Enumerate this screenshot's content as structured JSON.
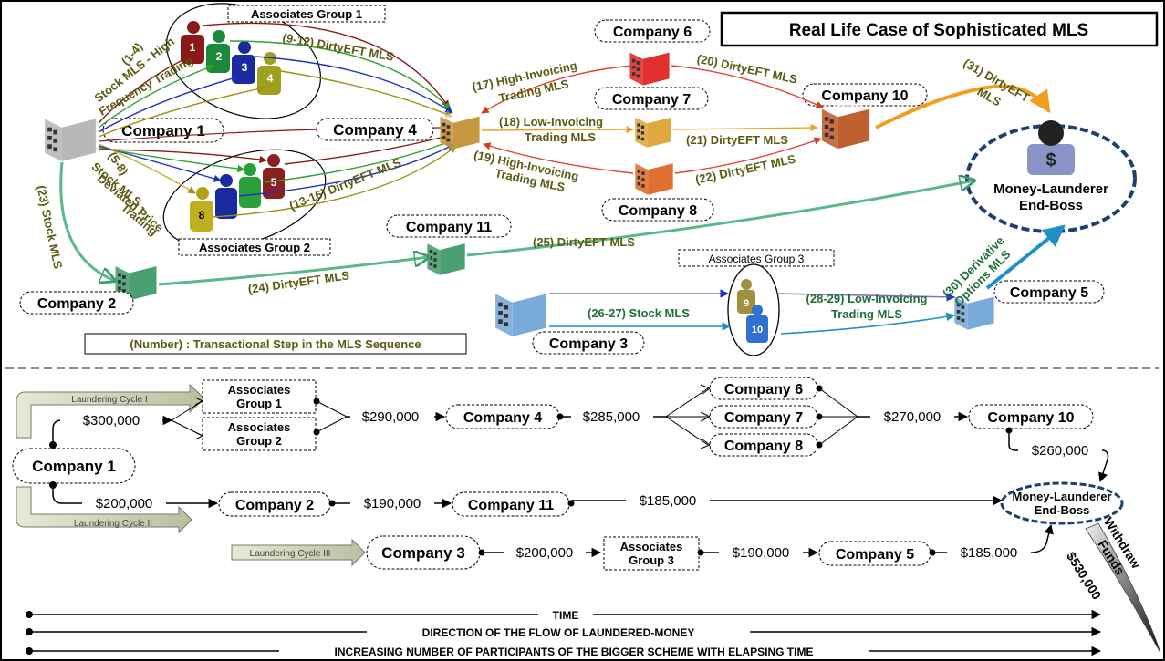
{
  "title": "Real Life Case of Sophisticated MLS",
  "companies": {
    "c1": "Company 1",
    "c2": "Company 2",
    "c3": "Company 3",
    "c4": "Company 4",
    "c5": "Company 5",
    "c6": "Company 6",
    "c7": "Company 7",
    "c8": "Company 8",
    "c10": "Company 10",
    "c11": "Company 11"
  },
  "groups": {
    "g1": "Associates Group 1",
    "g2": "Associates Group 2",
    "g3": "Associates Group 3"
  },
  "boss": {
    "line1": "Money-Launderer",
    "line2": "End-Boss"
  },
  "edges": {
    "e1_4a": "(1-4)",
    "e1_4b": "Stock MLS - High",
    "e1_4c": "Frequency Trading",
    "e9_12": "(9-12) DirtyEFT MLS",
    "e5_8a": "(5-8)",
    "e5_8b": "Stock MLS -",
    "e5_8c": "Deviated Price",
    "e5_8d": "Trading",
    "e13_16": "(13-16) DirtyEFT MLS",
    "e23": "(23) Stock MLS",
    "e24": "(24) DirtyEFT MLS",
    "e25": "(25) DirtyEFT MLS",
    "e17a": "(17) High-Invoicing",
    "e17b": "Trading MLS",
    "e18a": "(18) Low-Invoicing",
    "e18b": "Trading MLS",
    "e19a": "(19) High-Invoicing",
    "e19b": "Trading MLS",
    "e20": "(20) DirtyEFT MLS",
    "e21": "(21) DirtyEFT MLS",
    "e22": "(22) DirtyEFT MLS",
    "e31a": "(31) DirtyEFT",
    "e31b": "MLS",
    "e26": "(26-27) Stock MLS",
    "e28a": "(28-29) Low-Invoicing",
    "e28b": "Trading MLS",
    "e30a": "(30) Derivative",
    "e30b": "Options MLS"
  },
  "figure_numbers": {
    "g1": "1",
    "g1b": "2",
    "g1c": "3",
    "g1d": "4",
    "g2a": "8",
    "g2b": "5",
    "g3a": "9",
    "g3b": "10"
  },
  "legend": "(Number) : Transactional Step in the MLS Sequence",
  "flow": {
    "cycle1": "Laundering Cycle I",
    "cycle2": "Laundering Cycle II",
    "cycle3": "Laundering Cycle III",
    "company1": "Company 1",
    "g1_l1": "Associates",
    "g1_l2": "Group 1",
    "g2_l1": "Associates",
    "g2_l2": "Group 2",
    "g3_l1": "Associates",
    "g3_l2": "Group 3",
    "a300": "$300,000",
    "a290": "$290,000",
    "c4": "Company 4",
    "a285": "$285,000",
    "c6": "Company 6",
    "c7": "Company 7",
    "c8": "Company 8",
    "a270": "$270,000",
    "c10": "Company 10",
    "a260": "$260,000",
    "a200": "$200,000",
    "c2": "Company 2",
    "a190": "$190,000",
    "c11": "Company 11",
    "a185": "$185,000",
    "boss1": "Money-Launderer",
    "boss2": "End-Boss",
    "c3": "Company 3",
    "a200b": "$200,000",
    "a190b": "$190,000",
    "c5": "Company 5",
    "a185b": "$185,000",
    "withdraw1": "Withdraw",
    "withdraw2": "Funds",
    "withdraw3": "$530,000"
  },
  "timelines": {
    "t1": "TIME",
    "t2": "DIRECTION OF THE FLOW OF LAUNDERED-MONEY",
    "t3": "INCREASING NUMBER OF PARTICIPANTS OF THE BIGGER SCHEME WITH ELAPSING TIME"
  },
  "colors": {
    "olive": "#5a5a12",
    "navy": "#1c3f6e",
    "green": "#5ab88a",
    "orange": "#f0a020",
    "red": "#e05030",
    "cyan": "#30a0d0"
  }
}
